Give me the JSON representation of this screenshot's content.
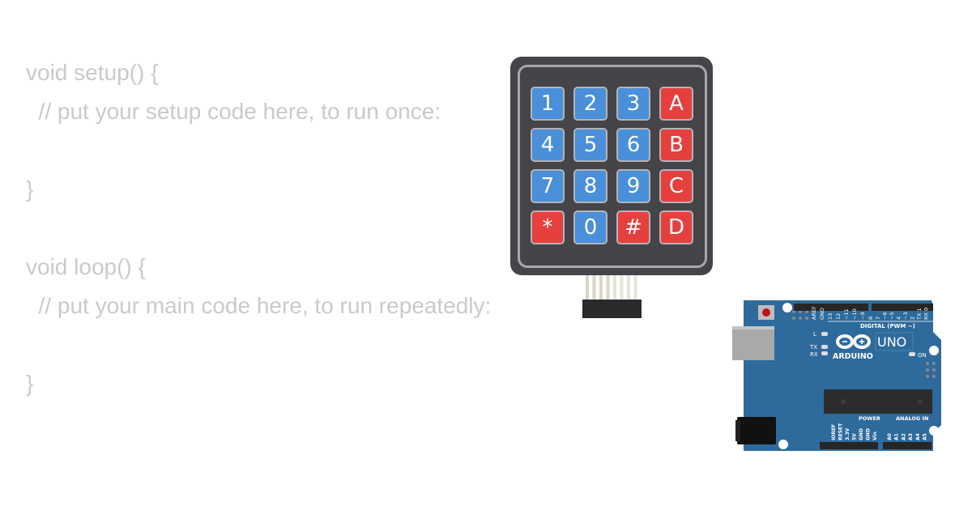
{
  "code": {
    "lines": [
      "void setup() {",
      "  // put your setup code here, to run once:",
      "",
      "}",
      "",
      "void loop() {",
      "  // put your main code here, to run repeatedly:",
      "",
      "}"
    ]
  },
  "keypad": {
    "colors": {
      "blue": "#4a8fd9",
      "red": "#e5403e",
      "body": "#454449"
    },
    "keys": [
      {
        "label": "1",
        "color": "blue"
      },
      {
        "label": "2",
        "color": "blue"
      },
      {
        "label": "3",
        "color": "blue"
      },
      {
        "label": "A",
        "color": "red"
      },
      {
        "label": "4",
        "color": "blue"
      },
      {
        "label": "5",
        "color": "blue"
      },
      {
        "label": "6",
        "color": "blue"
      },
      {
        "label": "B",
        "color": "red"
      },
      {
        "label": "7",
        "color": "blue"
      },
      {
        "label": "8",
        "color": "blue"
      },
      {
        "label": "9",
        "color": "blue"
      },
      {
        "label": "C",
        "color": "red"
      },
      {
        "label": "*",
        "color": "red"
      },
      {
        "label": "0",
        "color": "blue"
      },
      {
        "label": "#",
        "color": "red"
      },
      {
        "label": "D",
        "color": "red"
      }
    ]
  },
  "arduino": {
    "board_color": "#2e6a9c",
    "logo_text": "ARDUINO",
    "model": "UNO",
    "digital_label": "DIGITAL (PWM ~)",
    "power_label": "POWER",
    "analog_label": "ANALOG IN",
    "on_label": "ON",
    "led_labels": [
      "L",
      "TX",
      "RX"
    ],
    "top_pins": [
      "AREF",
      "GND",
      "13",
      "12",
      "~11",
      "~10",
      "~9",
      "8",
      "7",
      "~6",
      "~5",
      "4",
      "~3",
      "2",
      "TX 1",
      "RX 0"
    ],
    "bottom_pins": [
      "IOREF",
      "RESET",
      "3.3V",
      "5V",
      "GND",
      "GND",
      "Vin",
      "A0",
      "A1",
      "A2",
      "A3",
      "A4",
      "A5"
    ]
  }
}
